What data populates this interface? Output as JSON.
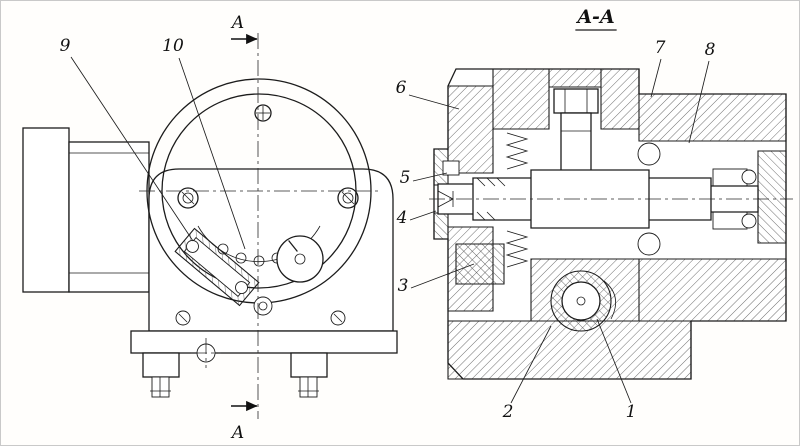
{
  "colors": {
    "ink": "#1c1c1c",
    "paper": "#ffffff"
  },
  "front_view": {
    "section_marker_top": "A",
    "section_marker_bottom": "A",
    "callouts": {
      "9": "9",
      "10": "10"
    }
  },
  "section_view": {
    "title": "A-A",
    "callouts": {
      "1": "1",
      "2": "2",
      "3": "3",
      "4": "4",
      "5": "5",
      "6": "6",
      "7": "7",
      "8": "8"
    }
  }
}
